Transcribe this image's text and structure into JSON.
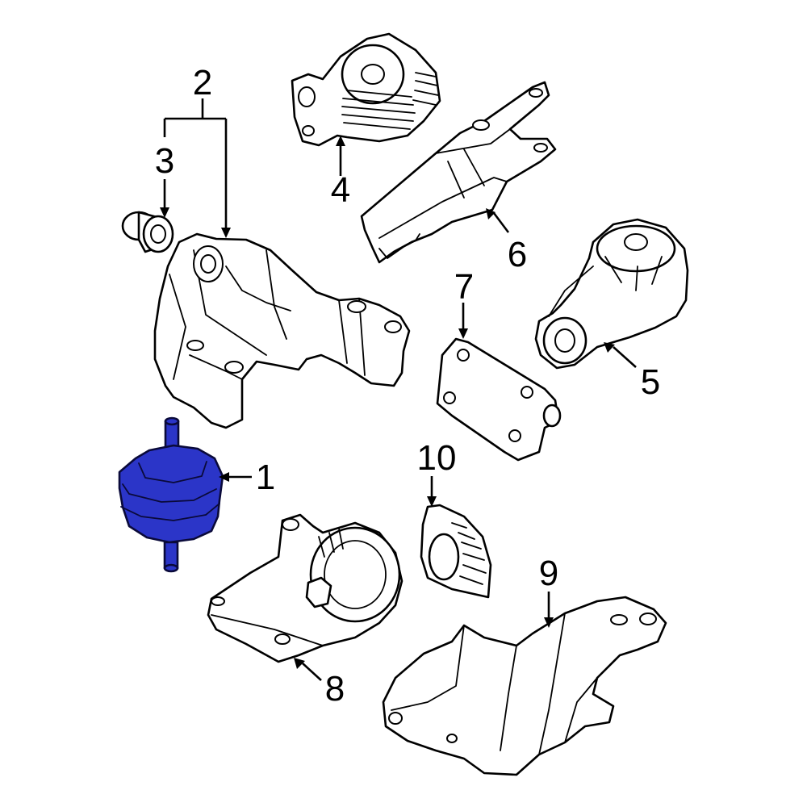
{
  "highlight_color": "#2b35c8",
  "callouts": {
    "c1": "1",
    "c2": "2",
    "c3": "3",
    "c4": "4",
    "c5": "5",
    "c6": "6",
    "c7": "7",
    "c8": "8",
    "c9": "9",
    "c10": "10"
  }
}
